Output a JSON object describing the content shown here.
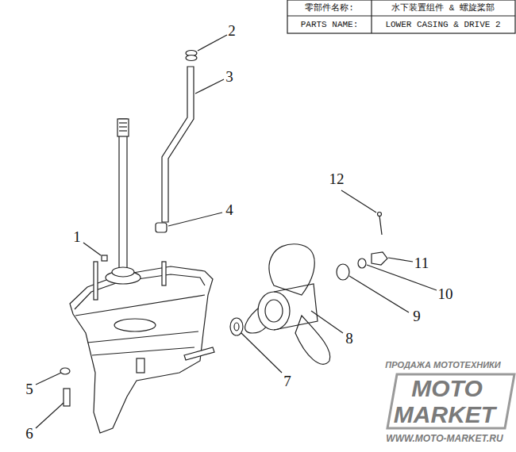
{
  "diagram": {
    "labels": [
      "零部件名称:",
      "水下装置组件 & 螺旋桨部",
      "PARTS NAME:",
      "LOWER CASING & DRIVE 2",
      "1",
      "2",
      "3",
      "4",
      "5",
      "6",
      "7",
      "8",
      "9",
      "10",
      "11",
      "12",
      "ПРОДАЖА МОТОТЕХНИКИ",
      "MOTO",
      "MARKET",
      "WWW.MOTO-MARKET.RU"
    ]
  }
}
